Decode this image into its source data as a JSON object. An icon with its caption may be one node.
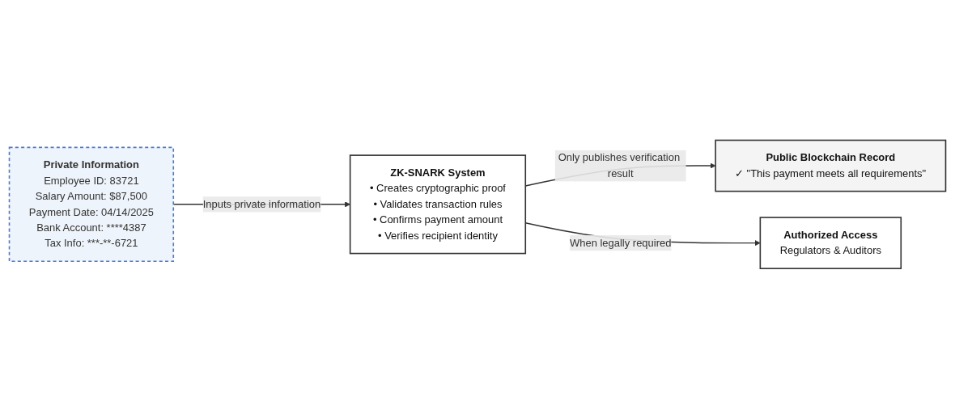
{
  "diagram": {
    "nodes": [
      {
        "text": [
          "Private Information",
          "Employee ID: 83721",
          "Salary Amount: $87,500",
          "Payment Date: 04/14/2025",
          "Bank Account: ****4387",
          "Tax Info: ***-**-6721"
        ]
      },
      {
        "text": [
          "ZK-SNARK System",
          "• Creates cryptographic proof",
          "• Validates transaction rules",
          "• Confirms payment amount",
          "• Verifies recipient identity"
        ]
      },
      {
        "text": [
          "Public Blockchain Record",
          "✓ \"This payment meets all requirements\""
        ]
      },
      {
        "text": [
          "Authorized Access",
          "Regulators & Auditors"
        ]
      }
    ],
    "edges": [
      {
        "from": 0,
        "to": 1,
        "arrow": "to",
        "label": "Inputs private information"
      },
      {
        "from": 1,
        "to": 2,
        "arrow": "to",
        "label": "Only publishes verification result"
      },
      {
        "from": 1,
        "to": 3,
        "arrow": "to",
        "label": "When legally required"
      }
    ]
  }
}
